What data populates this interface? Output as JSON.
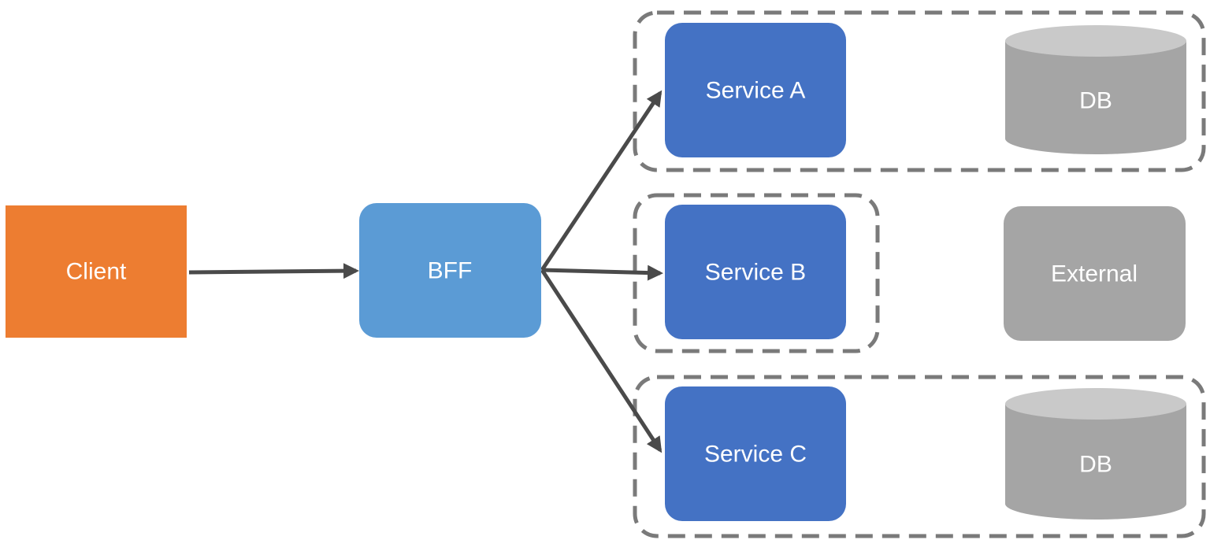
{
  "colors": {
    "client": "#ED7D31",
    "bff": "#5B9BD5",
    "service": "#4472C4",
    "datastore_body": "#A5A5A5",
    "datastore_top": "#C9C9C9",
    "arrow": "#4A4A4A",
    "group_border": "#7A7A7A"
  },
  "nodes": {
    "client": "Client",
    "bff": "BFF",
    "service_a": "Service A",
    "service_b": "Service B",
    "service_c": "Service C",
    "db_a": "DB",
    "external": "External",
    "db_c": "DB"
  },
  "edges": [
    {
      "from": "Client",
      "to": "BFF"
    },
    {
      "from": "BFF",
      "to": "Service A"
    },
    {
      "from": "BFF",
      "to": "Service B"
    },
    {
      "from": "BFF",
      "to": "Service C"
    }
  ]
}
